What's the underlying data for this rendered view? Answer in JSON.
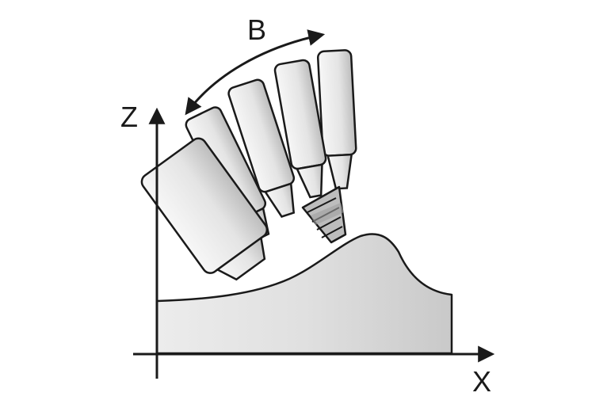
{
  "diagram": {
    "axis_z_label": "Z",
    "axis_x_label": "X",
    "rotation_label": "B",
    "colors": {
      "stroke": "#1a1a1a",
      "workpiece_fill": "#d9d9d9",
      "tool_fill": "#e6e6e6",
      "background": "#ffffff"
    }
  }
}
